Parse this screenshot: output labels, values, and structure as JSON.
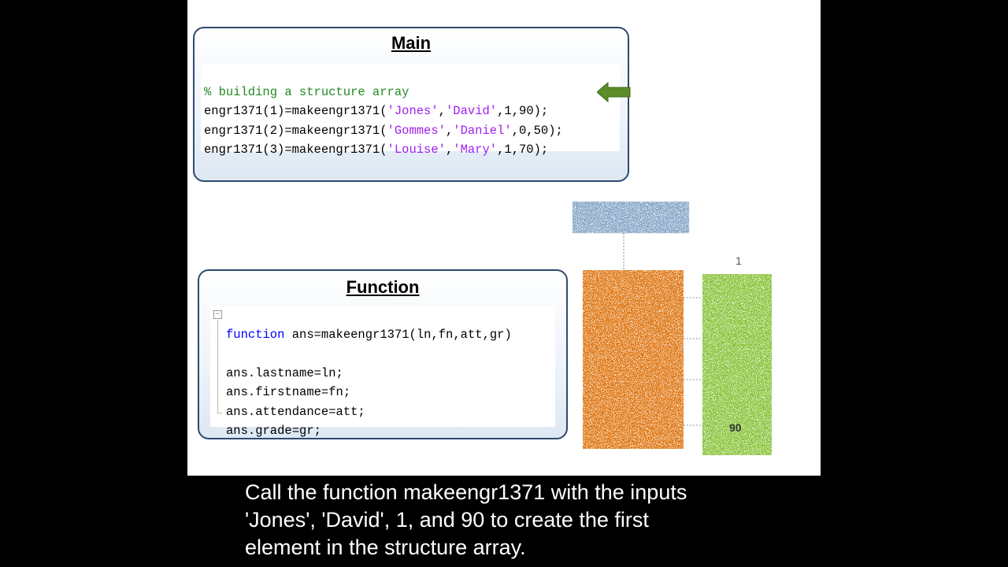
{
  "main": {
    "title": "Main",
    "comment": "% building a structure array",
    "lines": [
      {
        "prefix": "engr1371(1)=makeengr1371(",
        "s1": "'Jones'",
        "sep": ",",
        "s2": "'David'",
        "tail": ",1,90);"
      },
      {
        "prefix": "engr1371(2)=makeengr1371(",
        "s1": "'Gommes'",
        "sep": ",",
        "s2": "'Daniel'",
        "tail": ",0,50);"
      },
      {
        "prefix": "engr1371(3)=makeengr1371(",
        "s1": "'Louise'",
        "sep": ",",
        "s2": "'Mary'",
        "tail": ",1,70);"
      }
    ]
  },
  "function": {
    "title": "Function",
    "keyword": "function",
    "signature": " ans=makeengr1371(ln,fn,att,gr)",
    "fold_symbol": "−",
    "body": [
      "ans.lastname=ln;",
      "ans.firstname=fn;",
      "ans.attendance=att;",
      "ans.grade=gr;"
    ]
  },
  "diagram": {
    "index_label": "1",
    "struct_color": "#e07b1f",
    "value_color": "#8cc63f",
    "header_color": "#8aa9c9",
    "value_label": "90"
  },
  "caption": {
    "lines": [
      "Call the function makeengr1371 with the inputs",
      "'Jones', 'David', 1, and 90 to create the first",
      "element in the structure array."
    ]
  },
  "colors": {
    "comment": "#228b22",
    "string": "#a020f0",
    "keyword": "#0000ff",
    "arrow": "#5b8c2a",
    "panel_border": "#2e4a6e"
  }
}
